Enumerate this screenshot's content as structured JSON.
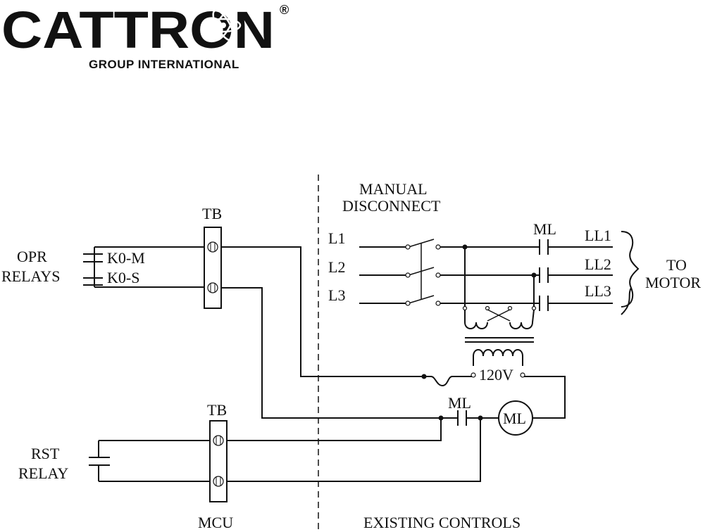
{
  "logo": {
    "wordmark": "CATTRON",
    "registered": "®",
    "subtitle": "GROUP INTERNATIONAL"
  },
  "labels": {
    "tb_top": "TB",
    "opr_relays_1": "OPR",
    "opr_relays_2": "RELAYS",
    "k0m": "K0-M",
    "k0s": "K0-S",
    "manual_disconnect_1": "MANUAL",
    "manual_disconnect_2": "DISCONNECT",
    "l1": "L1",
    "l2": "L2",
    "l3": "L3",
    "ml_contacts": "ML",
    "ll1": "LL1",
    "ll2": "LL2",
    "ll3": "LL3",
    "to_motor_1": "TO",
    "to_motor_2": "MOTOR",
    "voltage": "120V",
    "ml_aux": "ML",
    "ml_coil": "ML",
    "tb_bottom": "TB",
    "rst_relay_1": "RST",
    "rst_relay_2": "RELAY",
    "mcu": "MCU",
    "existing_controls": "EXISTING CONTROLS"
  },
  "colors": {
    "ink": "#111111",
    "background": "#ffffff"
  }
}
